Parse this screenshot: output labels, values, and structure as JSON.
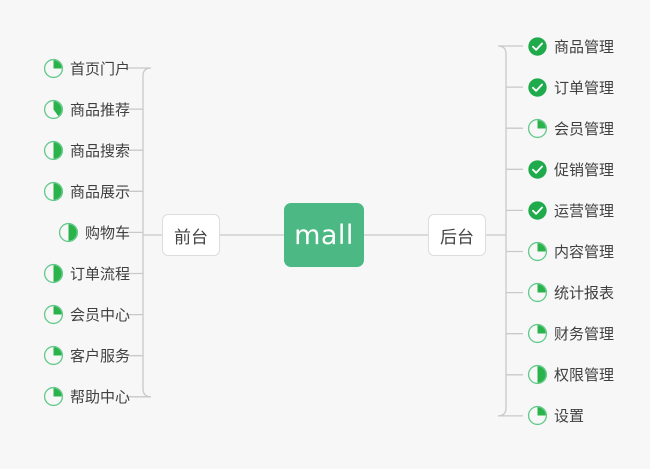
{
  "diagram": {
    "type": "mind-map",
    "background_color": "#f7f7f7",
    "center": {
      "label": "mall",
      "color": "#4cb883",
      "text_color": "#ffffff"
    },
    "branches": [
      {
        "id": "frontend",
        "label": "前台",
        "side": "left"
      },
      {
        "id": "backend",
        "label": "后台",
        "side": "right"
      }
    ],
    "colors": {
      "accent_green": "#4cb883",
      "progress_green": "#2bb34b",
      "done_green": "#1fab4b",
      "ring_green": "#63c98c",
      "connector_gray": "#c9c9c9",
      "node_border": "#dddddd",
      "text_dark": "#404040"
    },
    "legend": {
      "done_icon": "check-circle-icon",
      "progress_icon": "pie-progress-icon"
    }
  },
  "left_items": [
    {
      "label": "首页门户",
      "status": "progress",
      "percent": 25
    },
    {
      "label": "商品推荐",
      "status": "progress",
      "percent": 40
    },
    {
      "label": "商品搜索",
      "status": "progress",
      "percent": 50
    },
    {
      "label": "商品展示",
      "status": "progress",
      "percent": 50
    },
    {
      "label": "购物车",
      "status": "progress",
      "percent": 50
    },
    {
      "label": "订单流程",
      "status": "progress",
      "percent": 50
    },
    {
      "label": "会员中心",
      "status": "progress",
      "percent": 25
    },
    {
      "label": "客户服务",
      "status": "progress",
      "percent": 25
    },
    {
      "label": "帮助中心",
      "status": "progress",
      "percent": 25
    }
  ],
  "right_items": [
    {
      "label": "商品管理",
      "status": "done",
      "percent": 100
    },
    {
      "label": "订单管理",
      "status": "done",
      "percent": 100
    },
    {
      "label": "会员管理",
      "status": "progress",
      "percent": 25
    },
    {
      "label": "促销管理",
      "status": "done",
      "percent": 100
    },
    {
      "label": "运营管理",
      "status": "done",
      "percent": 100
    },
    {
      "label": "内容管理",
      "status": "progress",
      "percent": 25
    },
    {
      "label": "统计报表",
      "status": "progress",
      "percent": 25
    },
    {
      "label": "财务管理",
      "status": "progress",
      "percent": 25
    },
    {
      "label": "权限管理",
      "status": "progress",
      "percent": 50
    },
    {
      "label": "设置",
      "status": "progress",
      "percent": 25
    }
  ]
}
